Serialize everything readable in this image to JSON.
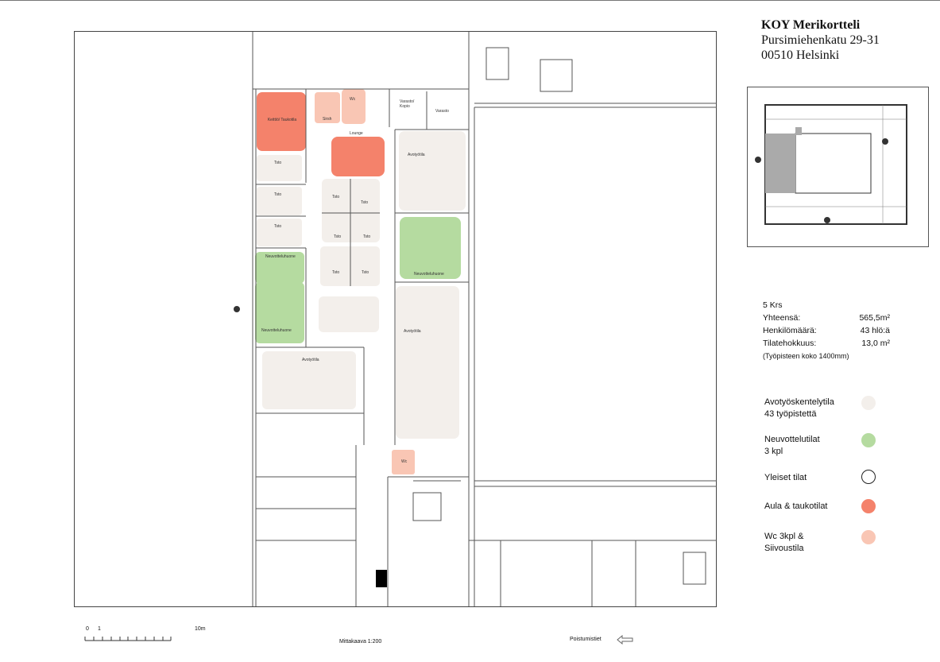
{
  "header": {
    "name": "KOY Merikortteli",
    "street": "Pursimiehenkatu 29-31",
    "city": "00510 Helsinki"
  },
  "stats": {
    "floor": "5 Krs",
    "total_label": "Yhteensä:",
    "total_value": "565,5m²",
    "persons_label": "Henkilömäärä:",
    "persons_value": "43 hlö:ä",
    "efficiency_label": "Tilatehokkuus:",
    "efficiency_value": "13,0 m²",
    "note": "(Työpisteen koko 1400mm)"
  },
  "legend": [
    {
      "line1": "Avotyöskentelytila",
      "line2": "43 työpistettä",
      "color": "#f3efeb"
    },
    {
      "line1": "Neuvottelutilat",
      "line2": "3 kpl",
      "color": "#b5dba0"
    },
    {
      "line1": "Yleiset tilat",
      "line2": "",
      "color": "#ffffff"
    },
    {
      "line1": "Aula & taukotilat",
      "line2": "",
      "color": "#f4826b"
    },
    {
      "line1": "Wc 3kpl &",
      "line2": "Siivoustila",
      "color": "#f9c6b4"
    }
  ],
  "rooms": {
    "kitchen": "Keittiö/ Taukotila",
    "sirsh": "Sirsh",
    "wc": "Wc",
    "storage_copy": "Varasto/ Kopio",
    "storage": "Varasto",
    "lounge": "Lounge",
    "open1": "Avotyötila",
    "open2": "Avotyötila",
    "open3": "Avotyötila",
    "office": "Tsto",
    "meeting": "Neuvotteluhuone"
  },
  "footer": {
    "scale_start": "0",
    "scale_one": "1",
    "scale_end": "10m",
    "scale_text": "Mittakaava 1:200",
    "exits": "Poistumistiet"
  }
}
